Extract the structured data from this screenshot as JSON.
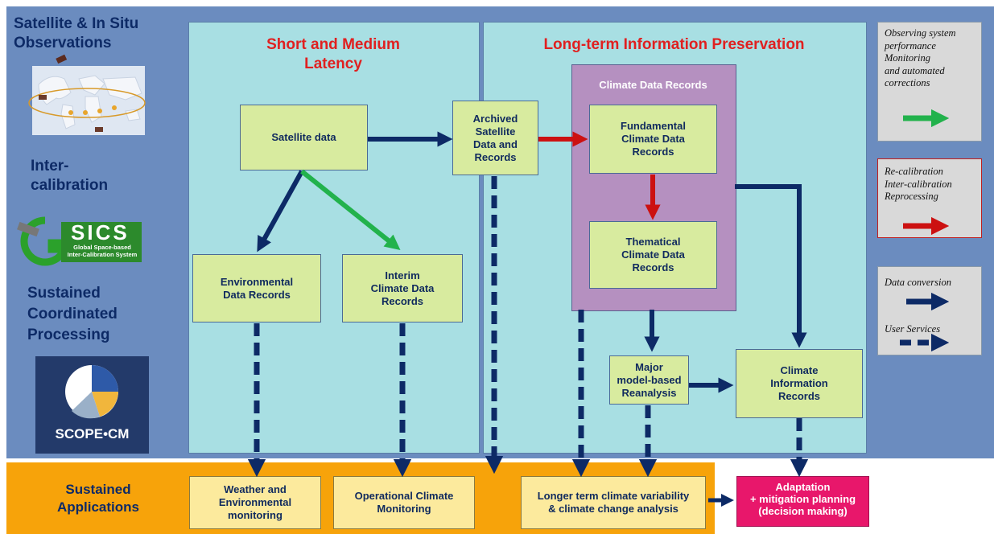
{
  "left_panel": {
    "observations_title": "Satellite & In Situ\nObservations",
    "intercalibration_title": "Inter-\ncalibration",
    "gsics_logo_word": "SICS",
    "gsics_logo_sub": "Global Space-based\nInter-Calibration System",
    "processing_title": "Sustained\nCoordinated\nProcessing",
    "scope_logo_text": "SCOPE•CM"
  },
  "regions": {
    "short_medium_title": "Short and Medium\nLatency",
    "long_term_title": "Long-term Information Preservation",
    "cdr_title": "Climate Data Records"
  },
  "boxes": {
    "satellite_data": "Satellite data",
    "archived": "Archived\nSatellite\nData and\nRecords",
    "fundamental_cdr": "Fundamental\nClimate Data\nRecords",
    "thematical_cdr": "Thematical\nClimate Data\nRecords",
    "environmental_dr": "Environmental\nData Records",
    "interim_cdr": "Interim\nClimate Data\nRecords",
    "reanalysis": "Major\nmodel-based\nReanalysis",
    "climate_info": "Climate\nInformation\nRecords"
  },
  "applications": {
    "band_title": "Sustained\nApplications",
    "weather": "Weather and\nEnvironmental\nmonitoring",
    "operational": "Operational Climate\nMonitoring",
    "longer_term": "Longer term climate variability\n& climate change analysis",
    "adaptation_line1": "Adaptation",
    "adaptation_line2": "+ mitigation planning\n(decision making)"
  },
  "legend": {
    "observing": "Observing system\nperformance\nMonitoring\nand automated\ncorrections",
    "recalibration": "Re-calibration\nInter-calibration\nReprocessing",
    "data_conversion": "Data conversion",
    "user_services": "User Services"
  },
  "colors": {
    "main_panel": "#6b8cbf",
    "region_fill": "#a8dfe3",
    "cdr_fill": "#b590c0",
    "box_fill": "#d8eb9f",
    "app_band": "#f7a30a",
    "app_box": "#fcea9d",
    "adaptation": "#e8176b",
    "title_red": "#e02020",
    "navy": "#0d2a66",
    "arrow_green": "#22b24c",
    "arrow_red": "#cc1111"
  }
}
